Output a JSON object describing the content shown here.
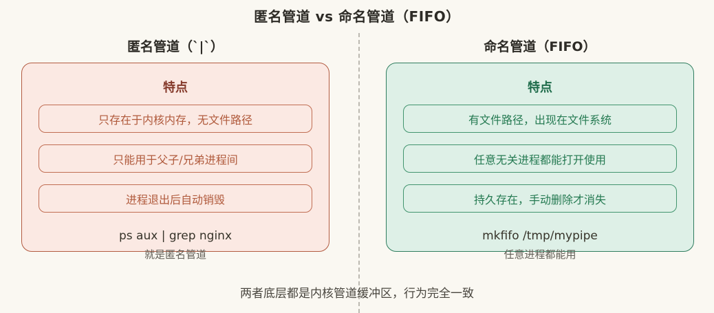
{
  "title": "匿名管道 vs 命名管道（FIFO）",
  "footer": "两者底层都是内核管道缓冲区，行为完全一致",
  "divider": {
    "style": "dashed",
    "color": "#bcb9b1"
  },
  "background_color": "#faf8f2",
  "columns": [
    {
      "header": "匿名管道（`|`）",
      "card_title": "特点",
      "features": [
        "只存在于内核内存，无文件路径",
        "只能用于父子/兄弟进程间",
        "进程退出后自动销毁"
      ],
      "command": "ps aux | grep nginx",
      "caption": "就是匿名管道",
      "colors": {
        "card_bg": "#fbe9e3",
        "card_border": "#b25a40",
        "card_title_text": "#84392a",
        "feature_border": "#c06d52",
        "feature_text": "#b05a3c"
      }
    },
    {
      "header": "命名管道（FIFO）",
      "card_title": "特点",
      "features": [
        "有文件路径，出现在文件系统",
        "任意无关进程都能打开使用",
        "持久存在，手动删除才消失"
      ],
      "command": "mkfifo /tmp/mypipe",
      "caption": "任意进程都能用",
      "colors": {
        "card_bg": "#def0e7",
        "card_border": "#2f7d5e",
        "card_title_text": "#1e6b4a",
        "feature_border": "#41946e",
        "feature_text": "#257a52"
      }
    }
  ]
}
